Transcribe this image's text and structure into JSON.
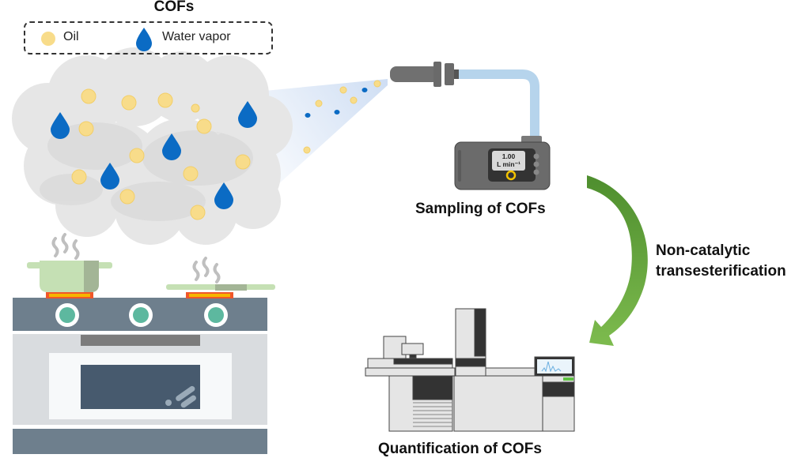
{
  "title": "COFs",
  "legend": {
    "items": [
      {
        "label": "Oil",
        "icon": "oil-droplet-circle",
        "color": "#F8DC8A"
      },
      {
        "label": "Water vapor",
        "icon": "water-drop",
        "color": "#0B6BC4"
      }
    ]
  },
  "sampler": {
    "label": "Sampling of COFs",
    "display_value": "1.00",
    "display_unit": "L min⁻¹"
  },
  "process": {
    "arrow_label_line1": "Non-catalytic",
    "arrow_label_line2": "transesterification"
  },
  "analyzer": {
    "label": "Quantification of COFs"
  },
  "colors": {
    "smoke": "#D9D9D9",
    "oil": "#F8DC8A",
    "water": "#0B6BC4",
    "arrow_green": "#5E9E3A",
    "stove_dark": "#6E7F8D",
    "stove_light": "#D9DCDF",
    "oven_window": "#475A6E",
    "pot_green": "#C5E0B4",
    "tube_blue": "#B6D4EC"
  }
}
